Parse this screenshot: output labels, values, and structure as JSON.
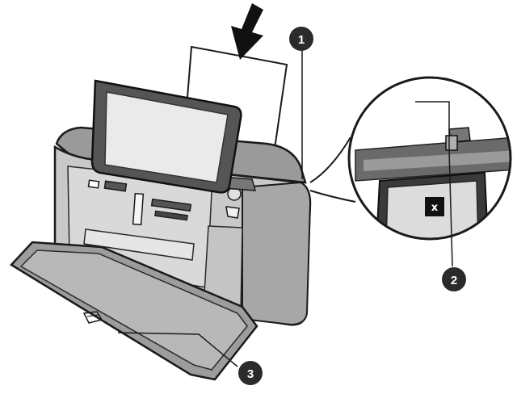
{
  "callouts": [
    {
      "id": "1",
      "label": "1"
    },
    {
      "id": "2",
      "label": "2"
    },
    {
      "id": "3",
      "label": "3"
    }
  ],
  "zoom_inset": {
    "close_label": "x"
  },
  "colors": {
    "outline": "#1a1a1a",
    "body_light": "#d4d4d4",
    "body_mid": "#b9b9b9",
    "body_dark": "#8c8c8c",
    "screen": "#ececec",
    "callout_fill": "#2b2b2b"
  },
  "icons": {
    "paper_feed": "down-arrow-icon",
    "output_tray_logo": "tray-logo-icon"
  }
}
